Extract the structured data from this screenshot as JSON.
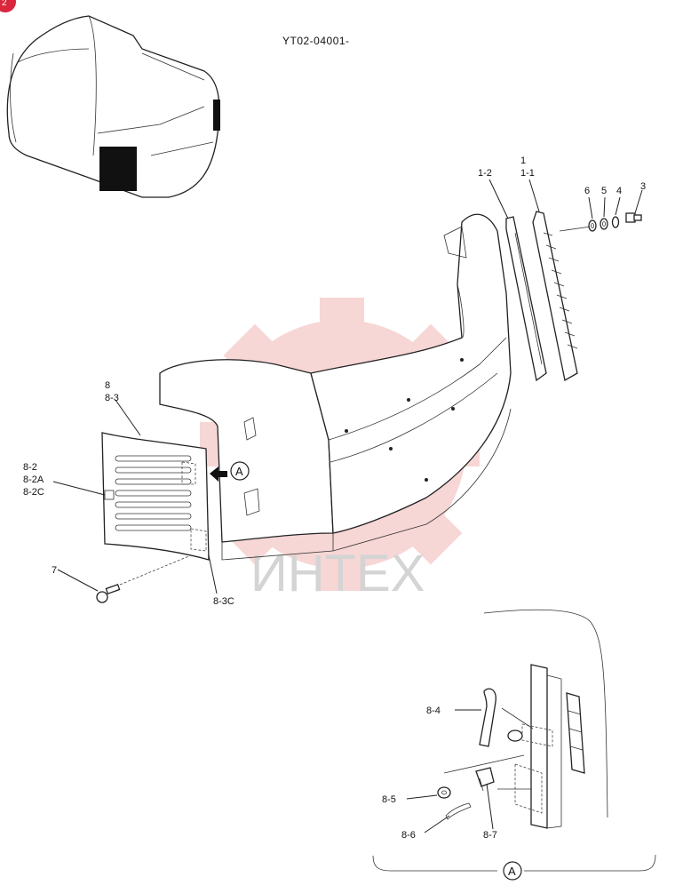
{
  "page_badge": "2",
  "diagram_code": "YT02-04001-",
  "watermark": "ИНТЕХ",
  "view_marker": "A",
  "callouts": {
    "c1": "1",
    "c1_1": "1-1",
    "c1_2": "1-2",
    "c3": "3",
    "c4": "4",
    "c5": "5",
    "c6": "6",
    "c7": "7",
    "c8": "8",
    "c8_3": "8-3",
    "c8_2": "8-2",
    "c8_2A": "8-2A",
    "c8_2C": "8-2C",
    "c8_3C": "8-3C",
    "c8_4": "8-4",
    "c8_5": "8-5",
    "c8_6": "8-6",
    "c8_7": "8-7"
  },
  "colors": {
    "watermark": "#f2b6b6",
    "badge": "#d9263c",
    "ink": "#222222"
  }
}
